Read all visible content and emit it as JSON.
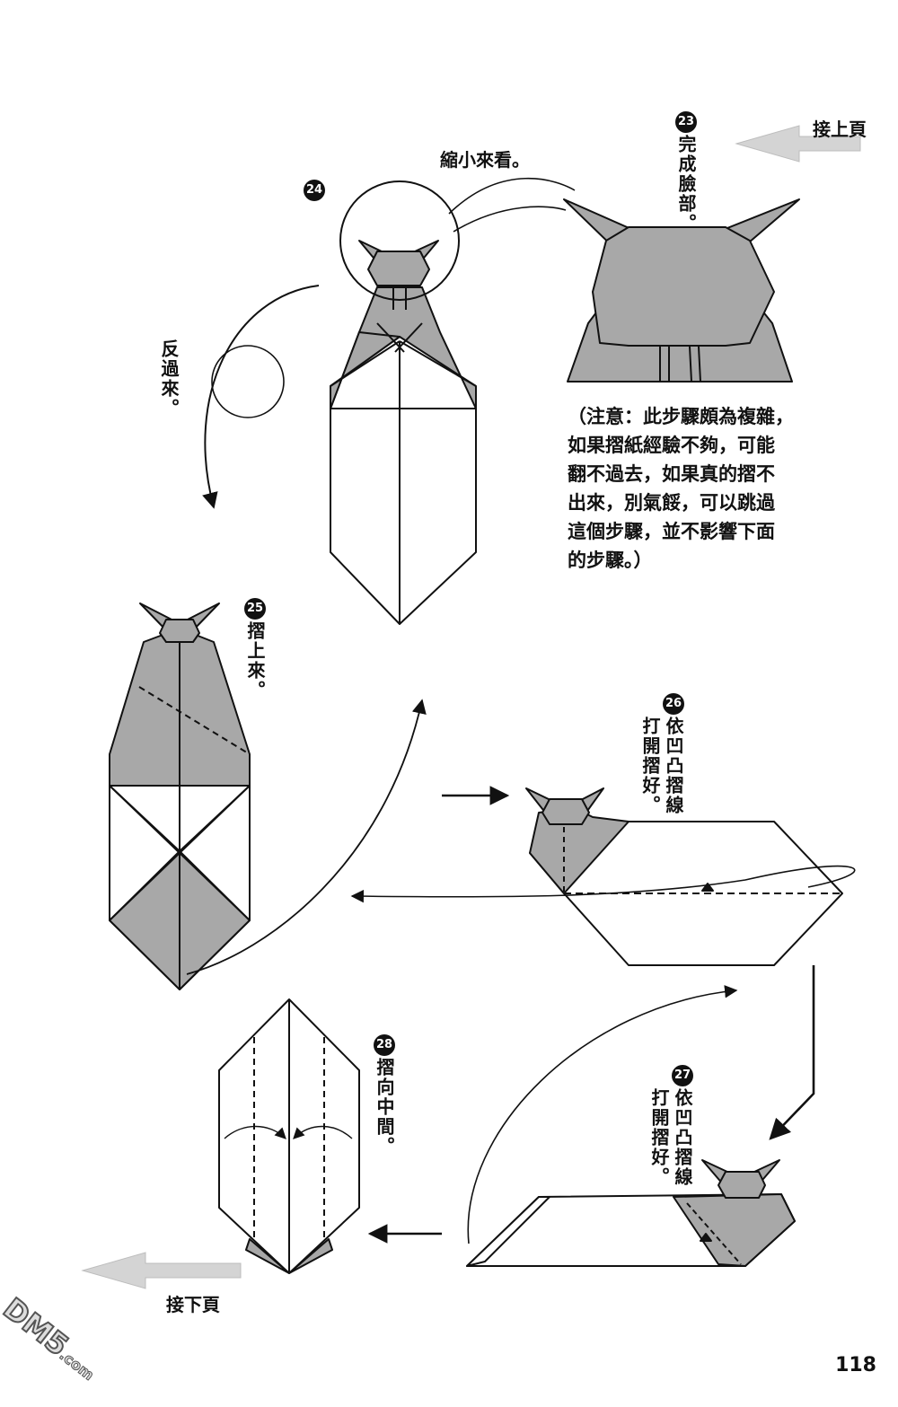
{
  "nav": {
    "prev_page": "接上頁",
    "next_page": "接下頁"
  },
  "steps": {
    "s23": {
      "number": "23",
      "text": "完成臉部。"
    },
    "s24": {
      "number": "24",
      "zoom_label": "縮小來看。",
      "flip_label": "反過來。"
    },
    "s25": {
      "number": "25",
      "text": "摺上來。"
    },
    "s26": {
      "number": "26",
      "line1": "依凹凸摺線",
      "line2": "打開摺好。"
    },
    "s27": {
      "number": "27",
      "line1": "依凹凸摺線",
      "line2": "打開摺好。"
    },
    "s28": {
      "number": "28",
      "text": "摺向中間。"
    }
  },
  "note": {
    "lines": [
      "（注意：此步驟頗為複雜，",
      "如果摺紙經驗不夠，可能",
      "翻不過去，如果真的摺不",
      "出來，別氣餒，可以跳過",
      "這個步驟，並不影響下面",
      "的步驟。）"
    ]
  },
  "page_number": "118",
  "watermark": {
    "main": "DM5",
    "sub": ".com"
  },
  "colors": {
    "paper_gray": "#a8a8a8",
    "paper_white": "#ffffff",
    "line": "#111111",
    "arrow_light": "#cfcfcf"
  }
}
